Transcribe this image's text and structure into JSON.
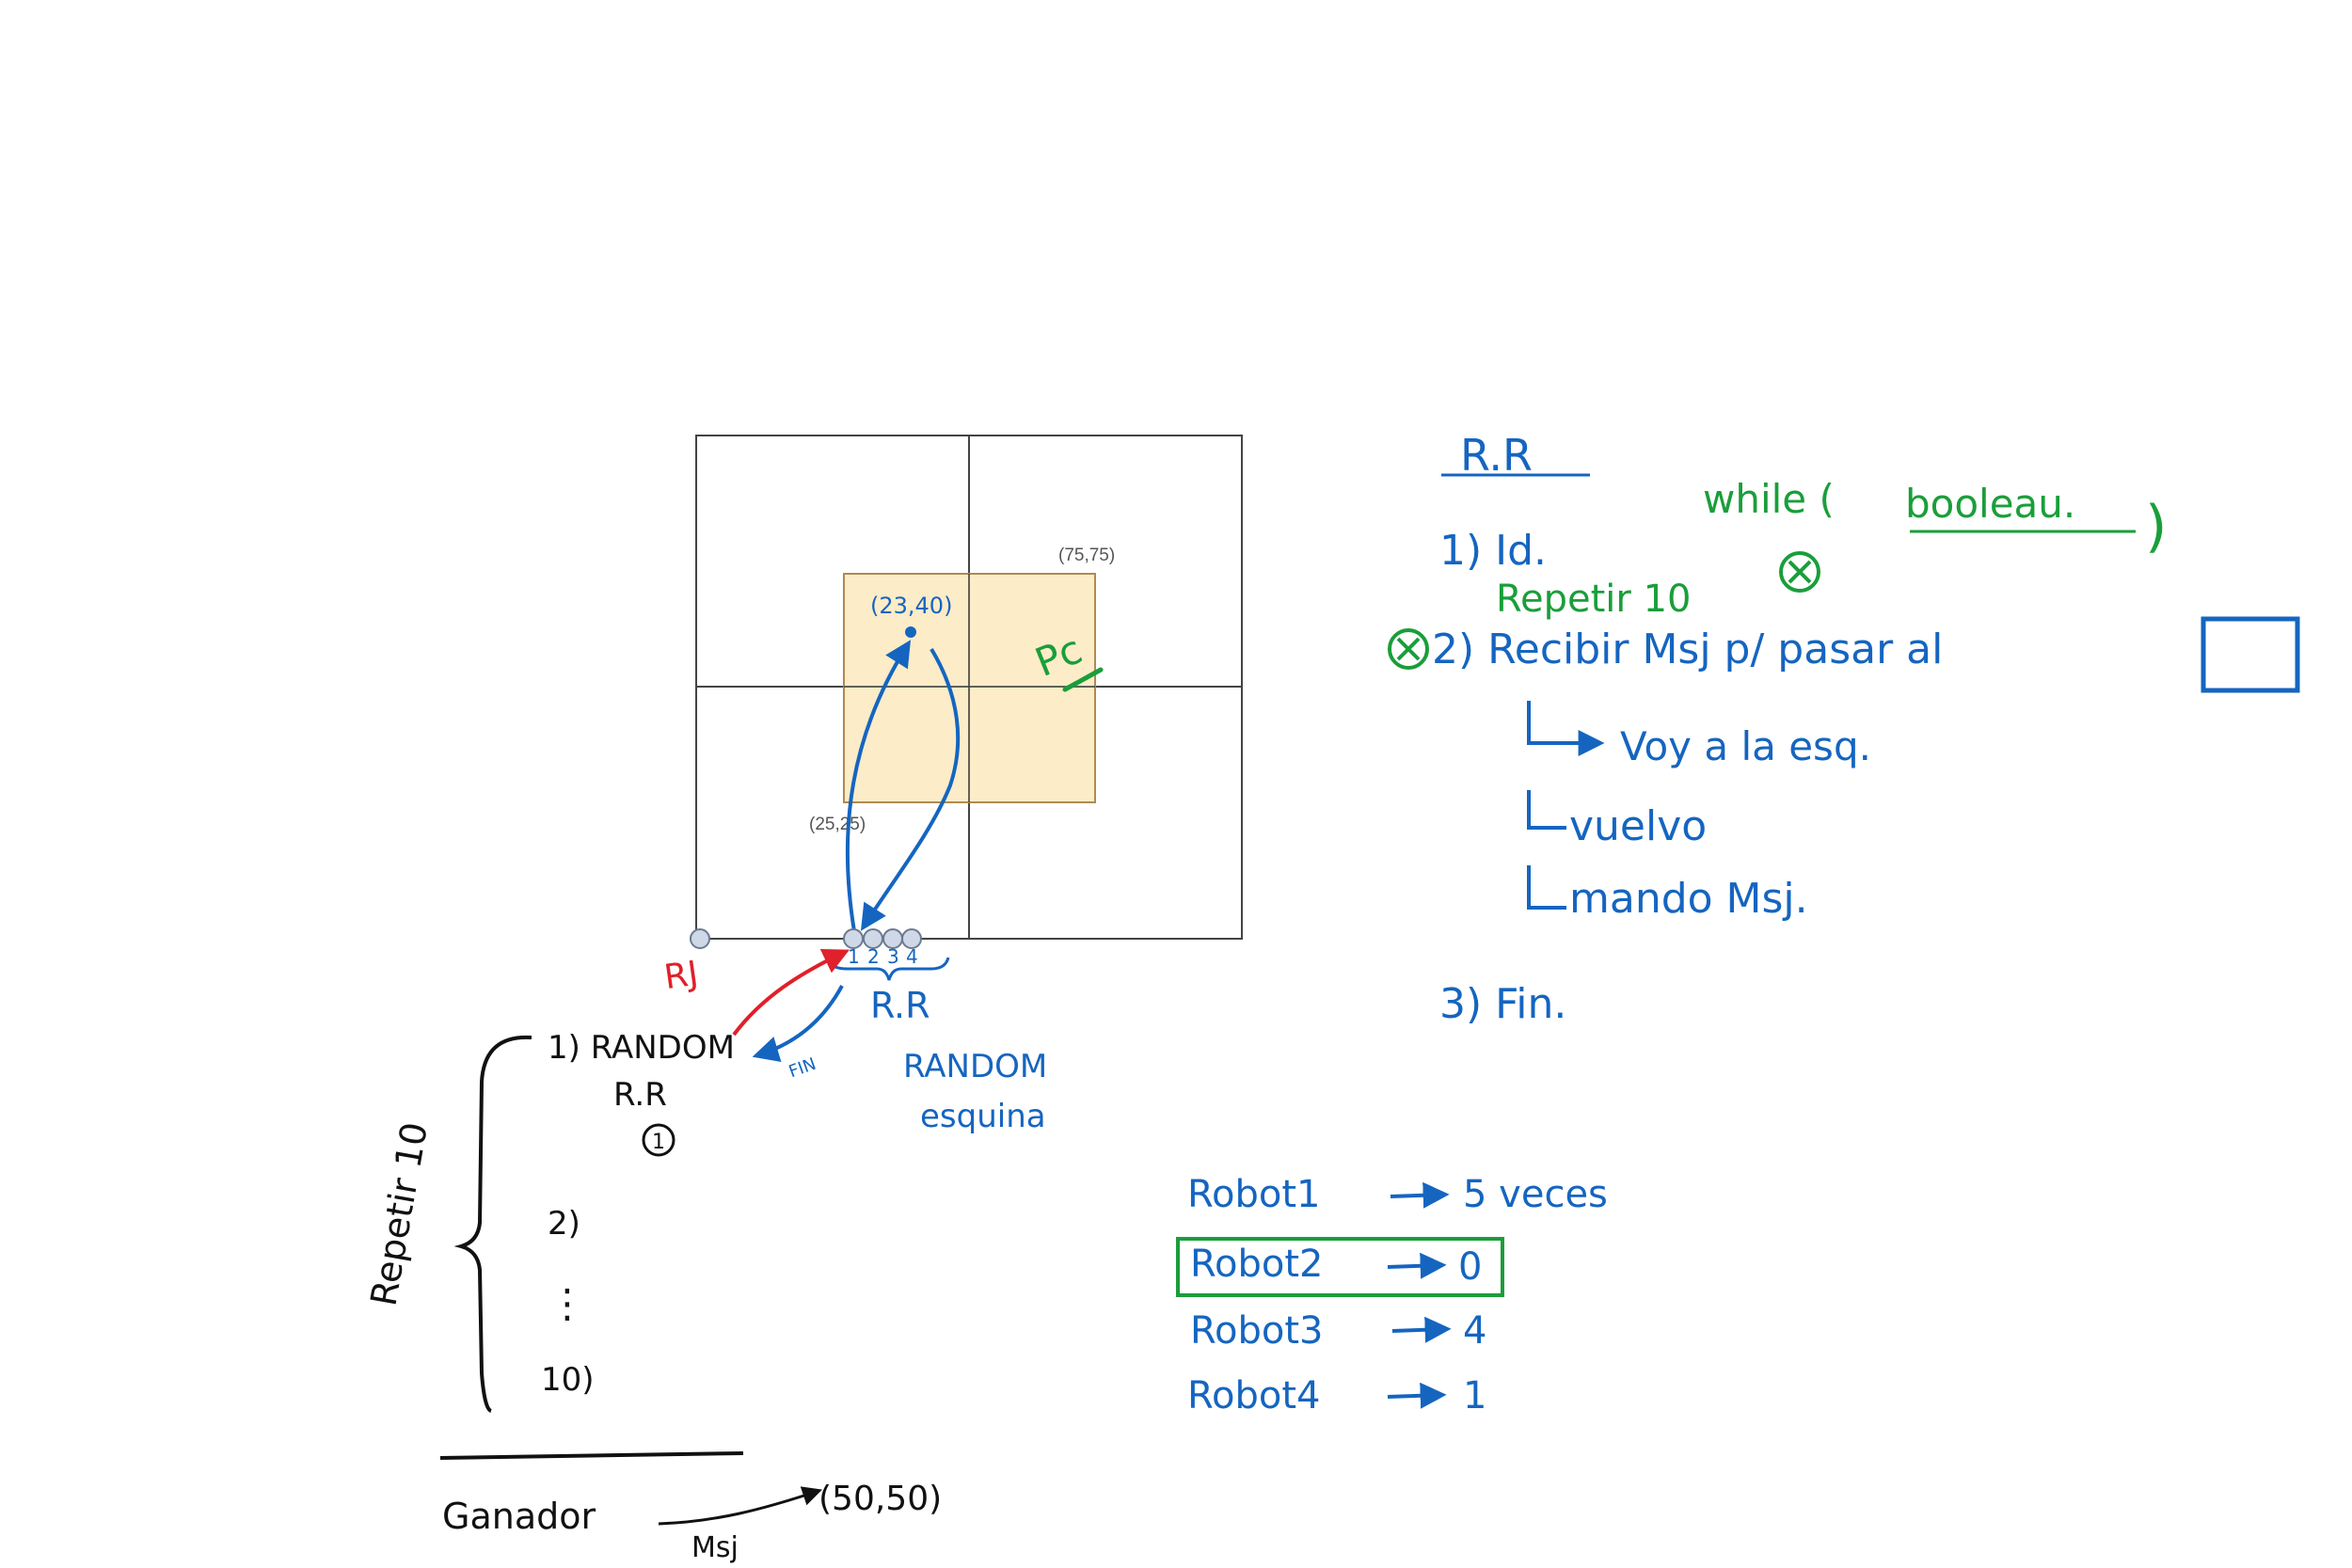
{
  "colors": {
    "ink_black": "#111111",
    "ink_blue": "#1565c0",
    "ink_green": "#1a9e3a",
    "ink_red": "#e0202a",
    "grid_line": "#444444",
    "area_fill": "#fbe9be",
    "area_stroke": "#b08a50",
    "robot_fill": "#cfd8e6",
    "robot_stroke": "#6b7a90",
    "coord_label": "#555555"
  },
  "grid": {
    "coord_top": "(75,75)",
    "coord_bottom": "(25,25)",
    "target_point": "(23,40)",
    "area_label": "Pc",
    "robot_numbers": [
      "1",
      "2",
      "3",
      "4"
    ]
  },
  "left_notes": {
    "rj_label": "RJ",
    "rr_label": "R.R",
    "fin_label": "FIN",
    "random_corner_1": "RANDOM",
    "random_corner_2": "esquina",
    "step1_line1": "1) RANDOM",
    "step1_line2": "R.R",
    "step1_mark": "1",
    "step2": "2)",
    "dots": "⋮",
    "step10": "10)",
    "repeat_label": "Repetir 10",
    "ganador": "Ganador",
    "msj": "Msj",
    "coord_dest": "(50,50)"
  },
  "algorithm": {
    "title": "R.R",
    "while_text": "while (",
    "boolean": "booleau.",
    "while_close": ")",
    "step1": "1) Id.",
    "repeat": "Repetir 10",
    "step2": "2) Recibir Msj p/ pasar al",
    "sub1": "Voy a la esq.",
    "sub2": "vuelvo",
    "sub3": "mando Msj.",
    "step3": "3) Fin."
  },
  "results": [
    {
      "robot": "Robot1",
      "value": "5 veces",
      "highlight": false
    },
    {
      "robot": "Robot2",
      "value": "0",
      "highlight": true
    },
    {
      "robot": "Robot3",
      "value": "4",
      "highlight": false
    },
    {
      "robot": "Robot4",
      "value": "1",
      "highlight": false
    }
  ]
}
